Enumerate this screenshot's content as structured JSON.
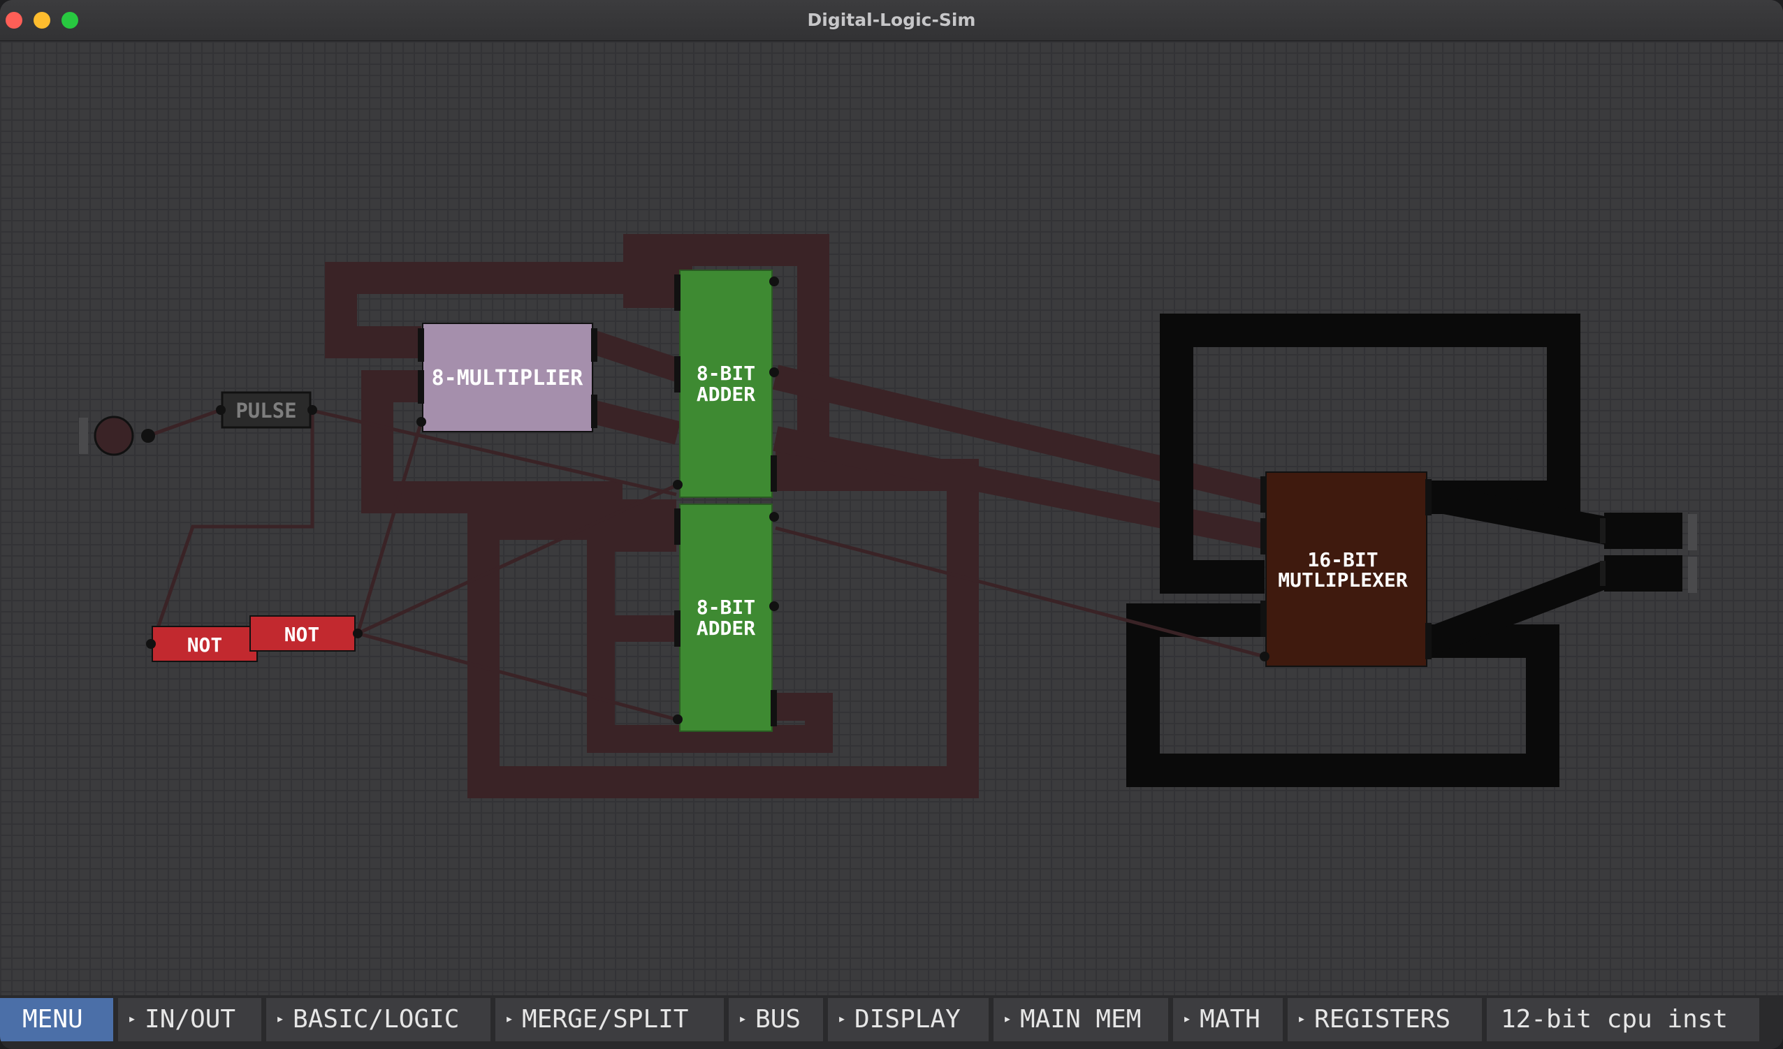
{
  "window": {
    "title": "Digital-Logic-Sim",
    "traffic_lights": {
      "close_color": "#ff5f57",
      "minimize_color": "#febc2e",
      "maximize_color": "#28c840"
    }
  },
  "circuit": {
    "chips": {
      "pulse": {
        "label": "PULSE",
        "color": "#2a2a2a"
      },
      "multiplier": {
        "label": "8-MULTIPLIER",
        "color": "#a58fac"
      },
      "adder_top": {
        "line1": "8-BIT",
        "line2": "ADDER",
        "color": "#3e8a32"
      },
      "adder_bottom": {
        "line1": "8-BIT",
        "line2": "ADDER",
        "color": "#3e8a32"
      },
      "not_left": {
        "label": "NOT",
        "color": "#c2292f"
      },
      "not_right": {
        "label": "NOT",
        "color": "#c2292f"
      },
      "multiplexer": {
        "line1": "16-BIT",
        "line2": "MUTLIPLEXER",
        "color": "#3f1a0e"
      }
    },
    "wire_color_off": "#3a2326",
    "bus_color": "#000000"
  },
  "toolbar": {
    "menu": "MENU",
    "items": [
      {
        "label": "IN/OUT"
      },
      {
        "label": "BASIC/LOGIC"
      },
      {
        "label": "MERGE/SPLIT"
      },
      {
        "label": "BUS"
      },
      {
        "label": "DISPLAY"
      },
      {
        "label": "MAIN MEM"
      },
      {
        "label": "MATH"
      },
      {
        "label": "REGISTERS"
      }
    ],
    "project_chip": "12-bit cpu inst",
    "arrow_glyph": "▸",
    "menu_color": "#4b6fa8"
  }
}
